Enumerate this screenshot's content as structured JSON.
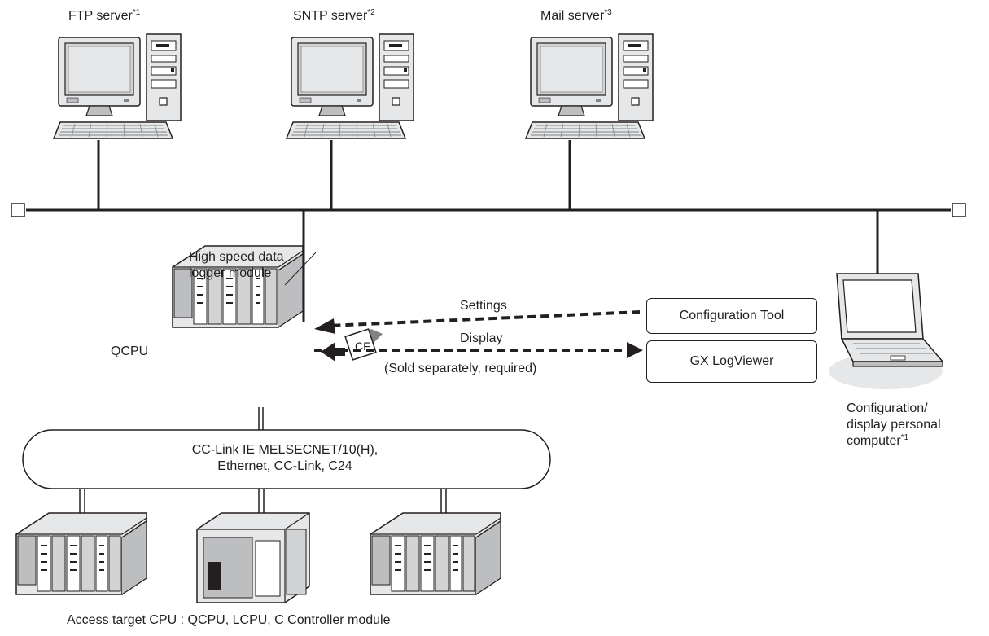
{
  "servers": [
    {
      "name": "FTP server",
      "note": "*1"
    },
    {
      "name": "SNTP server",
      "note": "*2"
    },
    {
      "name": "Mail server",
      "note": "*3"
    }
  ],
  "logger_module": {
    "line1": "High speed data",
    "line2": "logger module"
  },
  "qcpu_label": "QCPU",
  "cf_card": {
    "chip_text": "CF",
    "label": "(Sold separately, required)"
  },
  "flows": {
    "settings": "Settings",
    "display": "Display"
  },
  "tools": {
    "config_tool": "Configuration Tool",
    "viewer": "GX LogViewer"
  },
  "pc": {
    "line1": "Configuration/",
    "line2": "display personal",
    "line3": "computer",
    "note": "*1"
  },
  "network": {
    "line1": "CC-Link IE MELSECNET/10(H),",
    "line2": "Ethernet, CC-Link, C24"
  },
  "access_target": "Access target CPU : QCPU, LCPU, C Controller module",
  "colors": {
    "line": "#231f20",
    "device_light": "#e6e7e8",
    "device_mid": "#bcbec0",
    "device_dark": "#808285",
    "screen": "#d1d3d4"
  }
}
